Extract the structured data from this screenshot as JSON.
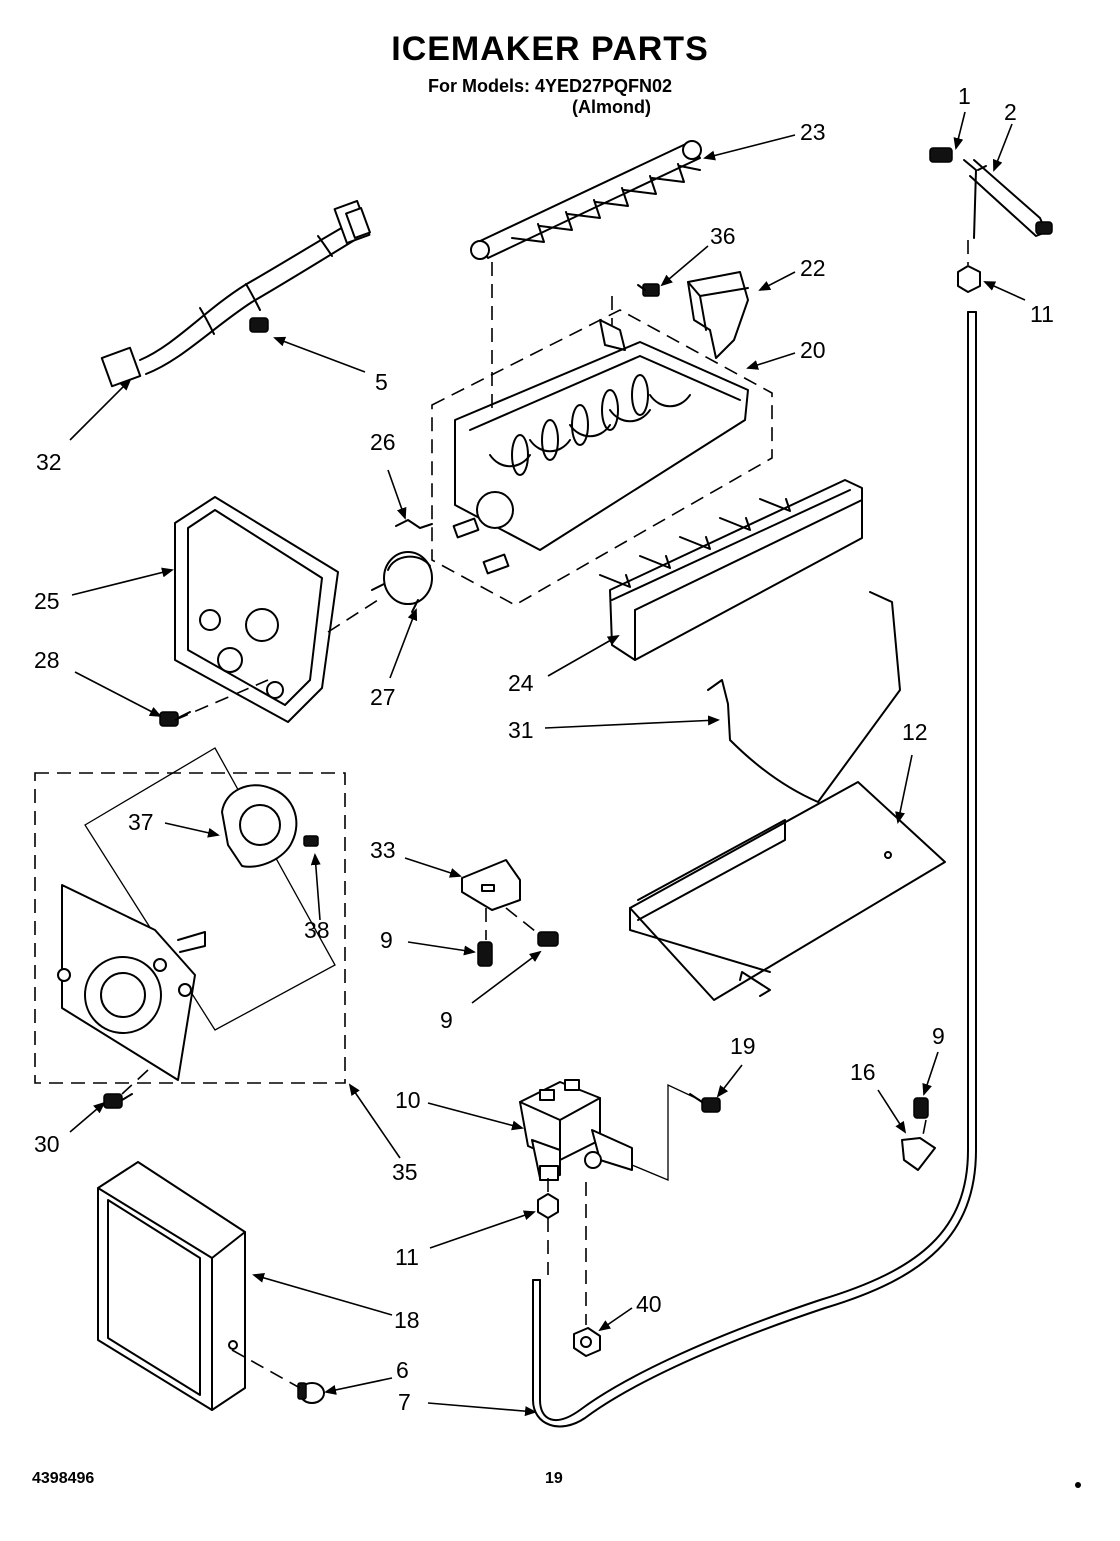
{
  "header": {
    "title": "ICEMAKER PARTS",
    "models_line": "For Models: 4YED27PQFN02",
    "variant": "(Almond)"
  },
  "footer": {
    "doc_number": "4398496",
    "page_number": "19"
  },
  "callouts": {
    "c1": "1",
    "c2": "2",
    "c23": "23",
    "c36": "36",
    "c22": "22",
    "c11a": "11",
    "c20": "20",
    "c5": "5",
    "c32": "32",
    "c26": "26",
    "c25": "25",
    "c27": "27",
    "c28": "28",
    "c24": "24",
    "c31": "31",
    "c12": "12",
    "c37": "37",
    "c38": "38",
    "c33": "33",
    "c9a": "9",
    "c9b": "9",
    "c9c": "9",
    "c19": "19",
    "c16": "16",
    "c10": "10",
    "c30": "30",
    "c35": "35",
    "c11b": "11",
    "c18": "18",
    "c40": "40",
    "c6": "6",
    "c7": "7"
  }
}
